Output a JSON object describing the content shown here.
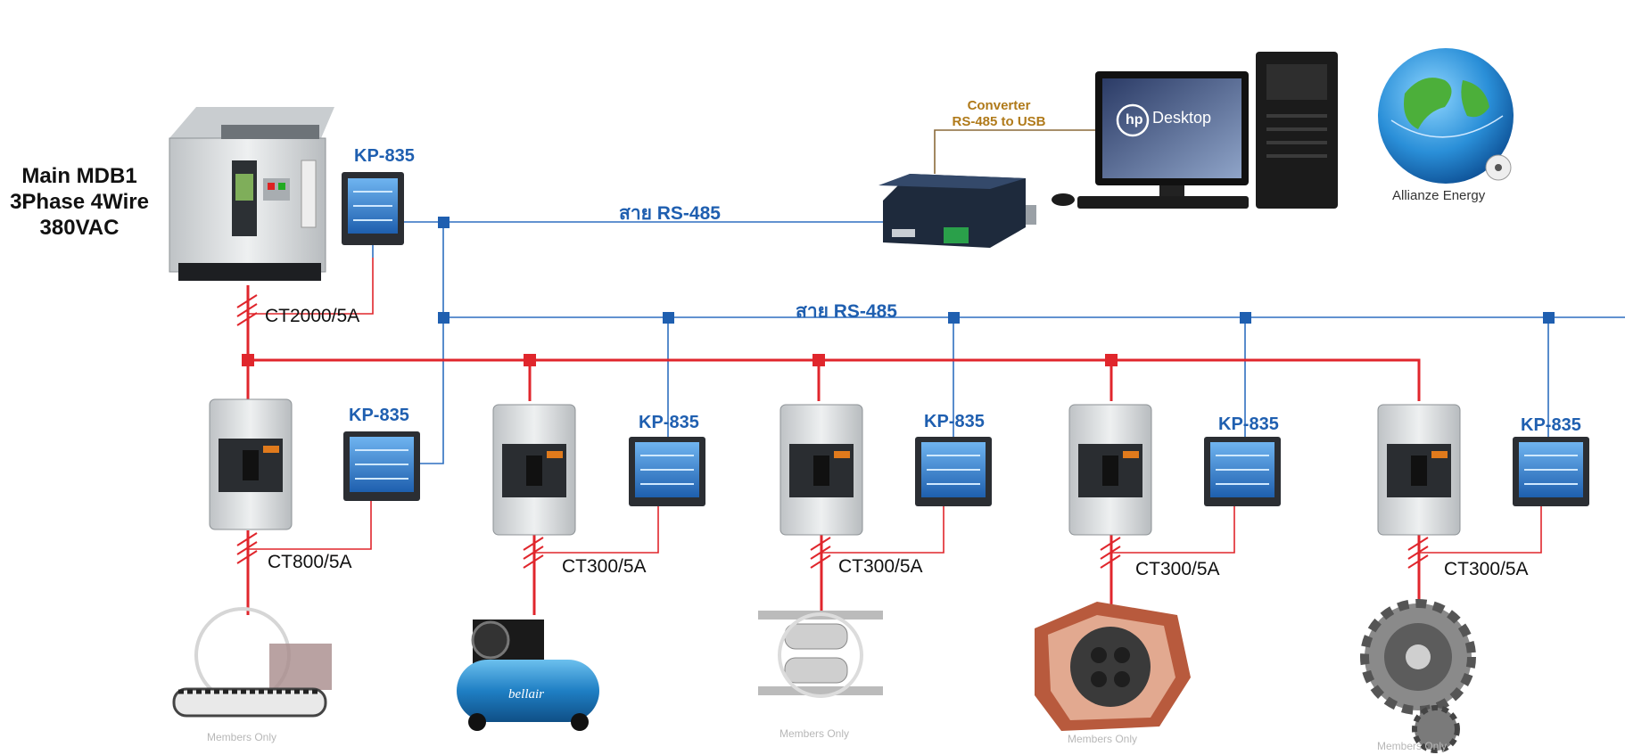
{
  "main_panel": {
    "title_line1": "Main MDB1",
    "title_line2": "3Phase 4Wire",
    "title_line3": "380VAC",
    "meter_label": "KP-835",
    "ct_label": "CT2000/5A"
  },
  "bus": {
    "upper_label": "สาย RS-485",
    "lower_label": "สาย RS-485"
  },
  "converter": {
    "line1": "Converter",
    "line2": "RS-485 to USB"
  },
  "computer": {
    "brand": "hp",
    "screen_text": "Desktop"
  },
  "company": {
    "name": "Allianze Energy"
  },
  "branches": [
    {
      "meter_label": "KP-835",
      "ct_label": "CT800/5A",
      "load_icon": "conveyor-icon",
      "watermark": "Members Only"
    },
    {
      "meter_label": "KP-835",
      "ct_label": "CT300/5A",
      "load_icon": "air-compressor-icon",
      "watermark": "",
      "load_brand": "bellair"
    },
    {
      "meter_label": "KP-835",
      "ct_label": "CT300/5A",
      "load_icon": "roller-conveyor-icon",
      "watermark": "Members Only"
    },
    {
      "meter_label": "KP-835",
      "ct_label": "CT300/5A",
      "load_icon": "kiln-icon",
      "watermark": "Members Only"
    },
    {
      "meter_label": "KP-835",
      "ct_label": "CT300/5A",
      "load_icon": "gear-icon",
      "watermark": "Members Only"
    }
  ],
  "colors": {
    "power_line": "#e0262c",
    "rs485_line": "#2f6fc0",
    "meter_screen": "#3b86d6",
    "breaker_body": "#d9dcde"
  }
}
